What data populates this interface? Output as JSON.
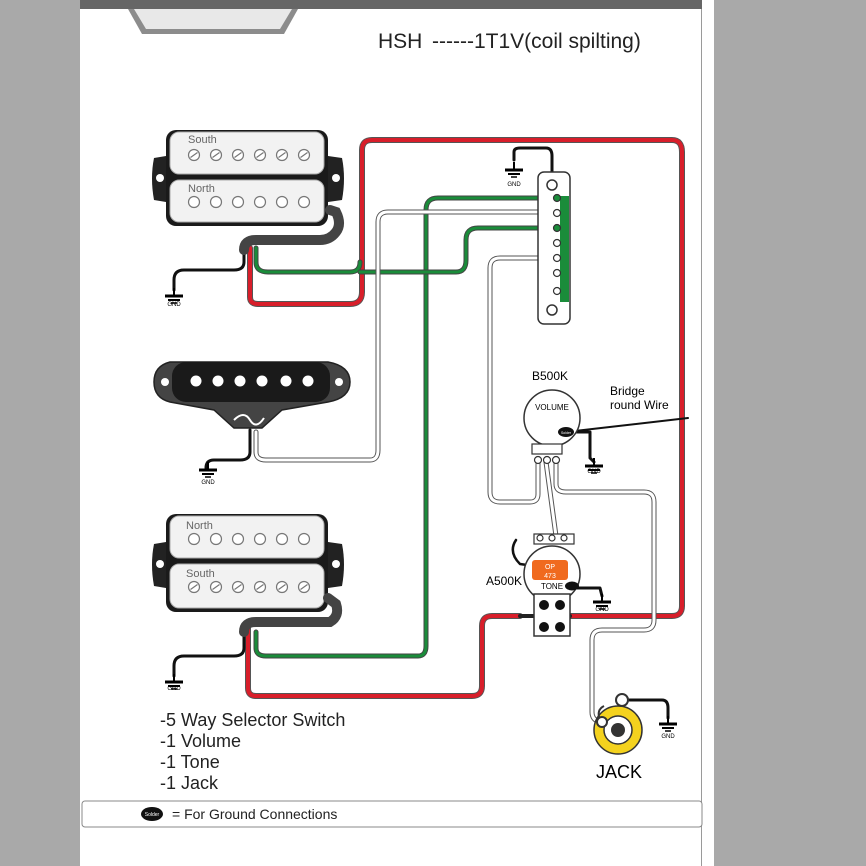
{
  "header": {
    "title": "HSH",
    "subtitle": "------1T1V(coil spilting)"
  },
  "pickups": {
    "neck_south": "South",
    "neck_north": "North",
    "bridge_north": "North",
    "bridge_south": "South"
  },
  "ground_label": "GND",
  "volume": {
    "value": "B500K",
    "label": "VOLUME"
  },
  "tone": {
    "value": "A500K",
    "label": "TONE",
    "cap_brand": "OP",
    "cap_value": "473"
  },
  "bridge_wire": {
    "line1": "Bridge",
    "line2": "round Wire"
  },
  "solder_text": "Solder",
  "jack_label": "JACK",
  "parts_list": [
    "-5 Way Selector Switch",
    "-1 Volume",
    "-1 Tone",
    "-1 Jack"
  ],
  "legend": {
    "text": "= For Ground Connections",
    "badge": "Solder"
  },
  "colors": {
    "hot": "#d81e2a",
    "green": "#1a8c3a",
    "ground": "#000000",
    "cap": "#f06a1e",
    "wire_outline": "#555555"
  }
}
